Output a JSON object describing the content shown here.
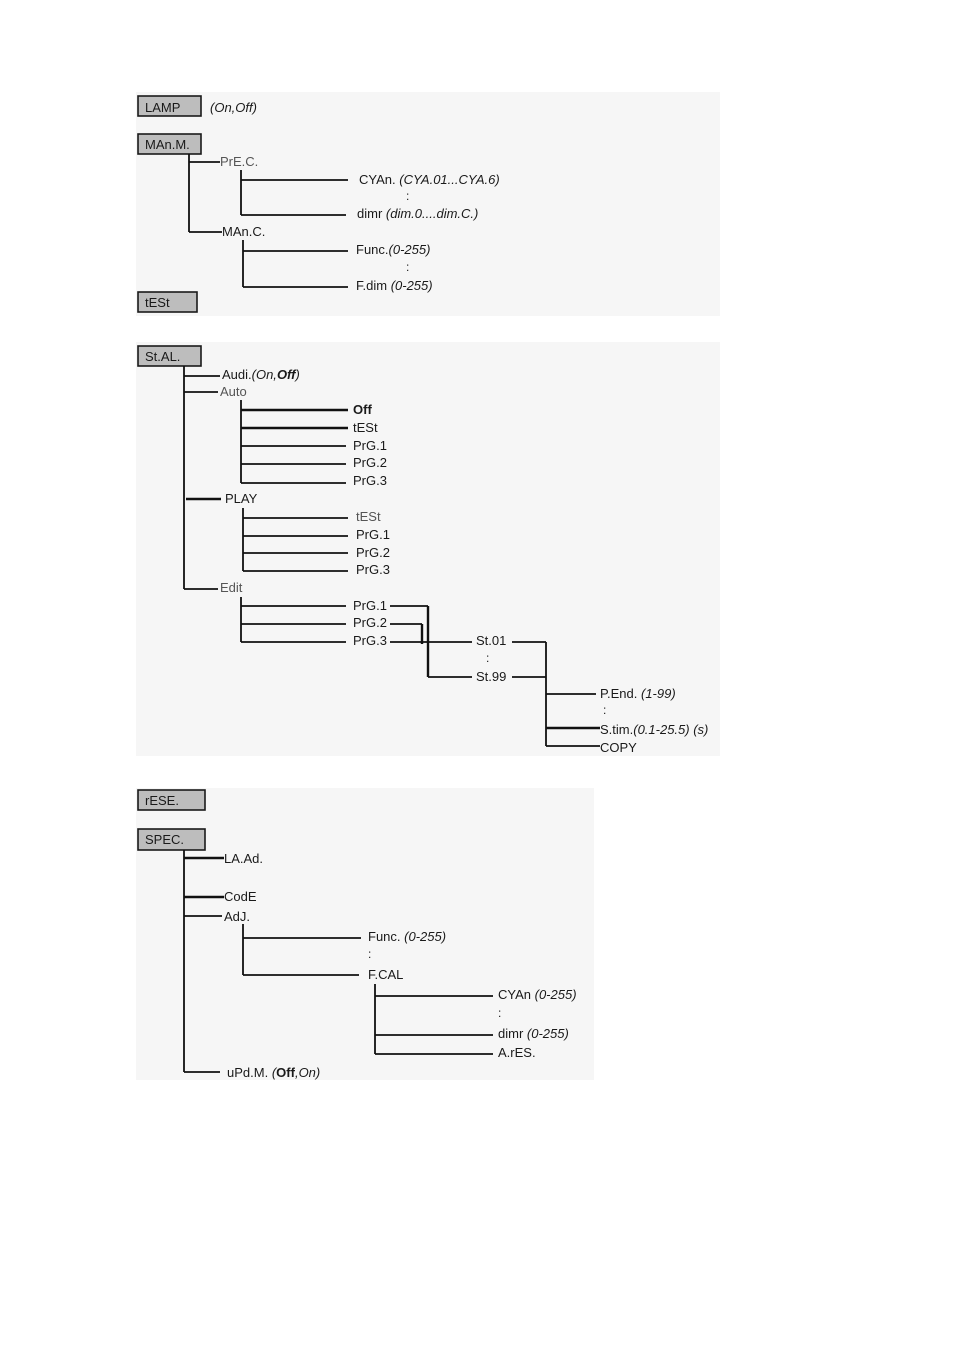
{
  "lamp": {
    "box": "LAMP",
    "opts": "(On,Off)"
  },
  "manm": {
    "box": "MAn.M.",
    "prec": "PrE.C.",
    "prec_cyan": "CYAn.",
    "prec_cyan_range": "(CYA.01...CYA.6)",
    "prec_dimr": "dimr",
    "prec_dimr_range": "(dim.0....dim.C.)",
    "manc": "MAn.C.",
    "manc_func": "Func.",
    "manc_func_range": "(0-255)",
    "manc_fdim": "F.dim",
    "manc_fdim_range": "(0-255)",
    "colon": ":"
  },
  "test": {
    "box": "tESt"
  },
  "stal": {
    "box": "St.AL.",
    "audi": "Audi.",
    "audi_open": "(On,",
    "audi_off": "Off",
    "audi_close": ")",
    "auto": "Auto",
    "auto_items": [
      "Off",
      "tESt",
      "PrG.1",
      "PrG.2",
      "PrG.3"
    ],
    "play": "PLAY",
    "play_items": [
      "tESt",
      "PrG.1",
      "PrG.2",
      "PrG.3"
    ],
    "edit": "Edit",
    "edit_items": [
      "PrG.1",
      "PrG.2",
      "PrG.3"
    ],
    "st01": "St.01",
    "st99": "St.99",
    "pend": "P.End.",
    "pend_range": "(1-99)",
    "stim": "S.tim.",
    "stim_range": "(0.1-25.5) (s)",
    "copy": "COPY",
    "colon": ":"
  },
  "rese": {
    "box": "rESE."
  },
  "spec": {
    "box": "SPEC.",
    "laad": "LA.Ad.",
    "code": "CodE",
    "adj": "AdJ.",
    "func": "Func.",
    "func_range": "(0-255)",
    "fcal": "F.CAL",
    "cyan": "CYAn",
    "cyan_range": "(0-255)",
    "dimr": "dimr",
    "dimr_range": "(0-255)",
    "ares": "A.rES.",
    "updm": "uPd.M.",
    "updm_open": "(",
    "updm_off": "Off",
    "updm_comma": ",",
    "updm_on": "On",
    "updm_close": ")",
    "colon": ":"
  }
}
